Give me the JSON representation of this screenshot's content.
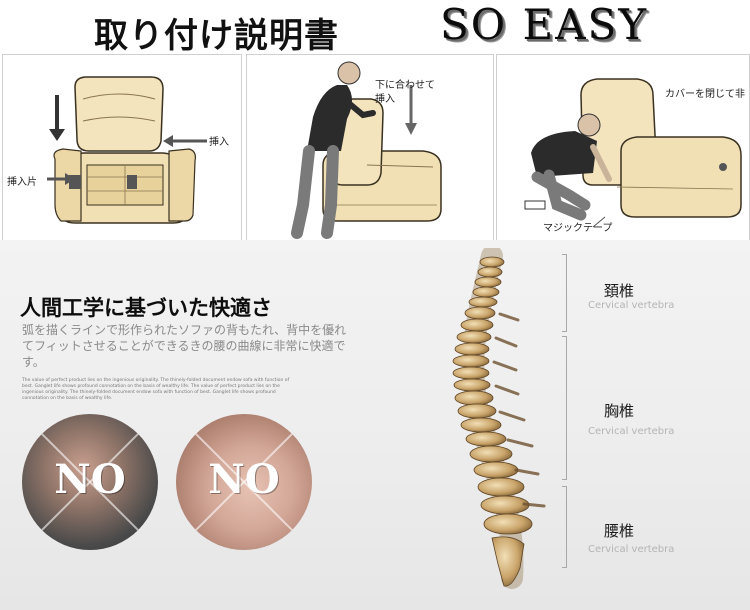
{
  "header": {
    "title_jp": "取り付け説明書",
    "title_en": "SO EASY"
  },
  "panels": {
    "p1": {
      "insert_label": "挿入",
      "insert_piece_label": "挿入片"
    },
    "p2": {
      "instruction": "下に合わせて\n挿入"
    },
    "p3": {
      "cover_label": "カバーを閉じて非",
      "velcro_label": "マジックテープ"
    }
  },
  "ergonomics": {
    "title": "人間工学に基づいた快適さ",
    "body": "弧を描くラインで形作られたソファの背もたれ、背中を優れてフィットさせることができるきの腰の曲線に非常に快適です。",
    "small_text": "The value of perfect product lies on the ingenious originality. The thinely-folded document endow sofa with function of best. Ganglet life shows profound connotation on the basis of wealthy life. The value of perfect product lies on the ingenious originality. The thinely-folded document endow sofa with function of best. Ganglet life shows profound connotation on the basis of wealthy life.",
    "no_labels": [
      "NO",
      "NO"
    ]
  },
  "spine": {
    "labels": [
      {
        "jp": "頚椎",
        "en": "Cervical vertebra"
      },
      {
        "jp": "胸椎",
        "en": "Cervical vertebra"
      },
      {
        "jp": "腰椎",
        "en": "Cervical vertebra"
      }
    ]
  }
}
